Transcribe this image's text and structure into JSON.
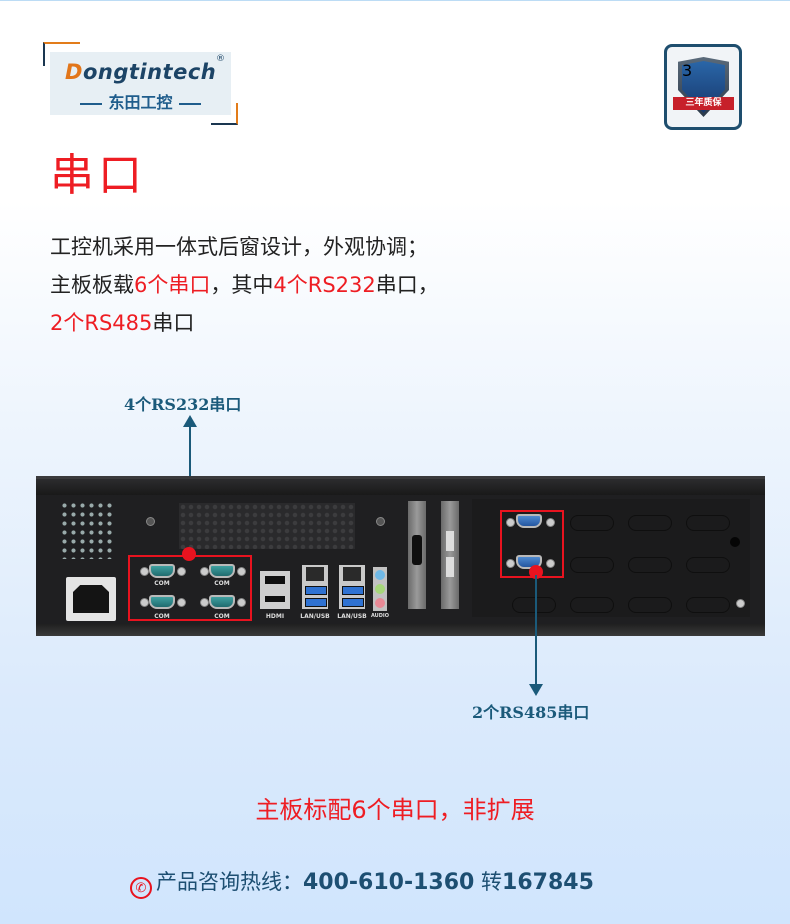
{
  "brand": {
    "logo_text": "Dongtintech",
    "registered_mark": "®",
    "chinese_name": "东田工控"
  },
  "warranty_badge": {
    "number": "3",
    "label": "三年质保"
  },
  "section": {
    "title": "串口",
    "intro_line1": "工控机采用一体式后窗设计，外观协调；",
    "intro_line2": [
      {
        "text": "主板板载",
        "highlight": false
      },
      {
        "text": "6个串口",
        "highlight": true
      },
      {
        "text": "，其中",
        "highlight": false
      },
      {
        "text": "4个RS232",
        "highlight": true
      },
      {
        "text": "串口，",
        "highlight": false
      }
    ],
    "intro_line3": [
      {
        "text": "2个RS485",
        "highlight": true
      },
      {
        "text": "串口",
        "highlight": false
      }
    ]
  },
  "callouts": {
    "rs232": "4个RS232串口",
    "rs485": "2个RS485串口"
  },
  "rear_panel": {
    "port_labels": {
      "com": "COM",
      "hdmi": "HDMI",
      "lan_usb": "LAN/USB",
      "audio": "AUDIO"
    },
    "com_port_count_onboard": 4,
    "com_port_count_expansion": 2
  },
  "footer": {
    "note": "主板标配6个串口，非扩展",
    "hotline_label": "产品咨询热线：",
    "hotline_number": "400-610-1360",
    "extension_label": "转",
    "extension_number": "167845",
    "phone_icon": "phone-icon"
  },
  "colors": {
    "accent_red": "#ee1d23",
    "label_blue": "#1b5a7a",
    "hotline_blue": "#1d4f72",
    "brand_orange": "#e2761a"
  }
}
